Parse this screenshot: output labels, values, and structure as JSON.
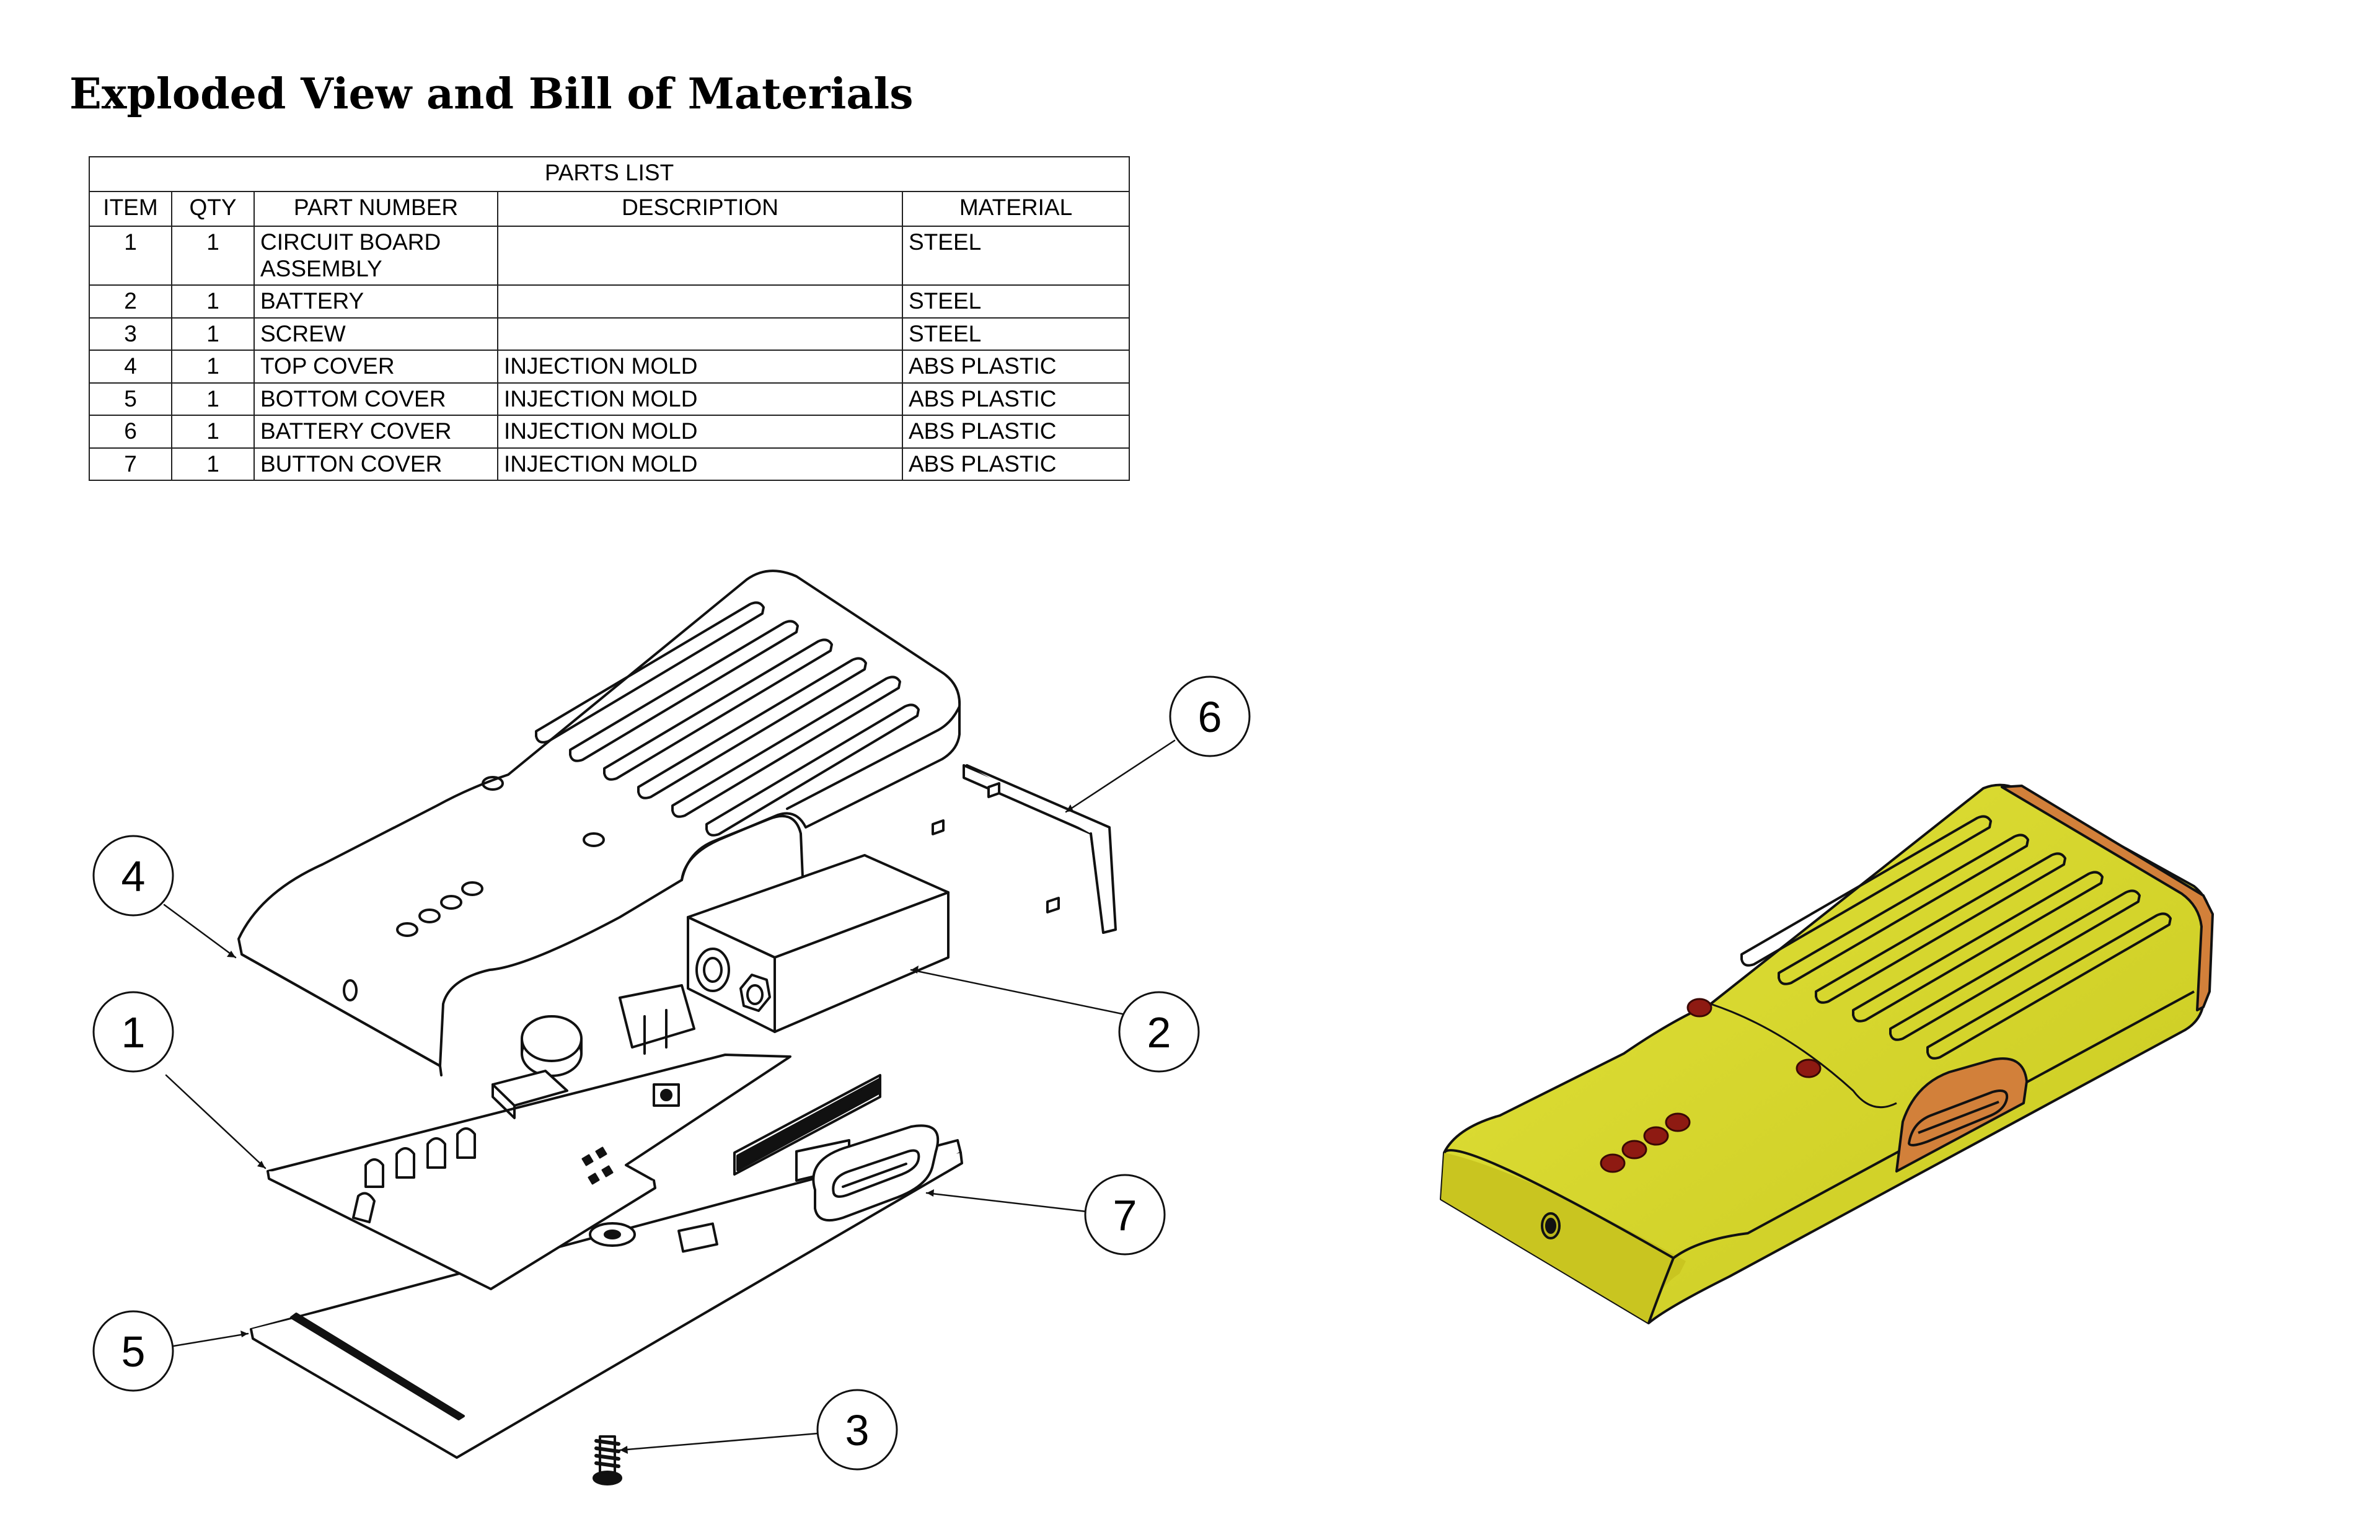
{
  "title": "Exploded View and Bill of Materials",
  "parts_list": {
    "caption": "PARTS LIST",
    "columns": [
      "ITEM",
      "QTY",
      "PART NUMBER",
      "DESCRIPTION",
      "MATERIAL"
    ],
    "rows": [
      {
        "item": "1",
        "qty": "1",
        "part_number": "CIRCUIT BOARD ASSEMBLY",
        "description": "",
        "material": "STEEL"
      },
      {
        "item": "2",
        "qty": "1",
        "part_number": "BATTERY",
        "description": "",
        "material": "STEEL"
      },
      {
        "item": "3",
        "qty": "1",
        "part_number": "SCREW",
        "description": "",
        "material": "STEEL"
      },
      {
        "item": "4",
        "qty": "1",
        "part_number": "TOP COVER",
        "description": "INJECTION MOLD",
        "material": "ABS PLASTIC"
      },
      {
        "item": "5",
        "qty": "1",
        "part_number": "BOTTOM COVER",
        "description": "INJECTION MOLD",
        "material": "ABS PLASTIC"
      },
      {
        "item": "6",
        "qty": "1",
        "part_number": "BATTERY COVER",
        "description": "INJECTION MOLD",
        "material": "ABS PLASTIC"
      },
      {
        "item": "7",
        "qty": "1",
        "part_number": "BUTTON COVER",
        "description": "INJECTION MOLD",
        "material": "ABS PLASTIC"
      }
    ]
  },
  "balloons": [
    "1",
    "2",
    "3",
    "4",
    "5",
    "6",
    "7"
  ],
  "colors": {
    "body_yellow": "#D4D42A",
    "accent_orange": "#D2803A",
    "led_red": "#8E1A12",
    "line": "#111111"
  }
}
